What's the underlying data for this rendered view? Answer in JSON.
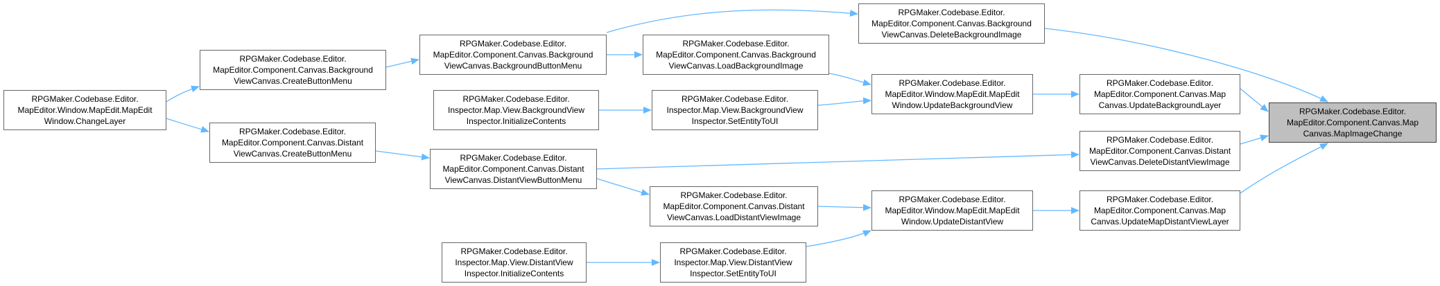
{
  "colors": {
    "edge": "#63b8ff",
    "node_border": "#666666",
    "root_fill": "#bfbfbf",
    "node_fill": "#ffffff"
  },
  "nodes": {
    "root": [
      "RPGMaker.Codebase.Editor.",
      "MapEditor.Component.Canvas.Map",
      "Canvas.MapImageChange"
    ],
    "delete_bg_image": [
      "RPGMaker.Codebase.Editor.",
      "MapEditor.Component.Canvas.Background",
      "ViewCanvas.DeleteBackgroundImage"
    ],
    "update_bg_layer": [
      "RPGMaker.Codebase.Editor.",
      "MapEditor.Component.Canvas.Map",
      "Canvas.UpdateBackgroundLayer"
    ],
    "delete_distant_image": [
      "RPGMaker.Codebase.Editor.",
      "MapEditor.Component.Canvas.Distant",
      "ViewCanvas.DeleteDistantViewImage"
    ],
    "update_distant_layer": [
      "RPGMaker.Codebase.Editor.",
      "MapEditor.Component.Canvas.Map",
      "Canvas.UpdateMapDistantViewLayer"
    ],
    "bg_button_menu": [
      "RPGMaker.Codebase.Editor.",
      "MapEditor.Component.Canvas.Background",
      "ViewCanvas.BackgroundButtonMenu"
    ],
    "load_bg_image": [
      "RPGMaker.Codebase.Editor.",
      "MapEditor.Component.Canvas.Background",
      "ViewCanvas.LoadBackgroundImage"
    ],
    "update_bg_view": [
      "RPGMaker.Codebase.Editor.",
      "MapEditor.Window.MapEdit.MapEdit",
      "Window.UpdateBackgroundView"
    ],
    "bg_inspector_set": [
      "RPGMaker.Codebase.Editor.",
      "Inspector.Map.View.BackgroundView",
      "Inspector.SetEntityToUI"
    ],
    "bg_inspector_init": [
      "RPGMaker.Codebase.Editor.",
      "Inspector.Map.View.BackgroundView",
      "Inspector.InitializeContents"
    ],
    "bg_create_menu": [
      "RPGMaker.Codebase.Editor.",
      "MapEditor.Component.Canvas.Background",
      "ViewCanvas.CreateButtonMenu"
    ],
    "change_layer": [
      "RPGMaker.Codebase.Editor.",
      "MapEditor.Window.MapEdit.MapEdit",
      "Window.ChangeLayer"
    ],
    "distant_create_menu": [
      "RPGMaker.Codebase.Editor.",
      "MapEditor.Component.Canvas.Distant",
      "ViewCanvas.CreateButtonMenu"
    ],
    "distant_button_menu": [
      "RPGMaker.Codebase.Editor.",
      "MapEditor.Component.Canvas.Distant",
      "ViewCanvas.DistantViewButtonMenu"
    ],
    "load_distant_image": [
      "RPGMaker.Codebase.Editor.",
      "MapEditor.Component.Canvas.Distant",
      "ViewCanvas.LoadDistantViewImage"
    ],
    "update_distant_view": [
      "RPGMaker.Codebase.Editor.",
      "MapEditor.Window.MapEdit.MapEdit",
      "Window.UpdateDistantView"
    ],
    "distant_inspector_set": [
      "RPGMaker.Codebase.Editor.",
      "Inspector.Map.View.DistantView",
      "Inspector.SetEntityToUI"
    ],
    "distant_inspector_init": [
      "RPGMaker.Codebase.Editor.",
      "Inspector.Map.View.DistantView",
      "Inspector.InitializeContents"
    ]
  }
}
